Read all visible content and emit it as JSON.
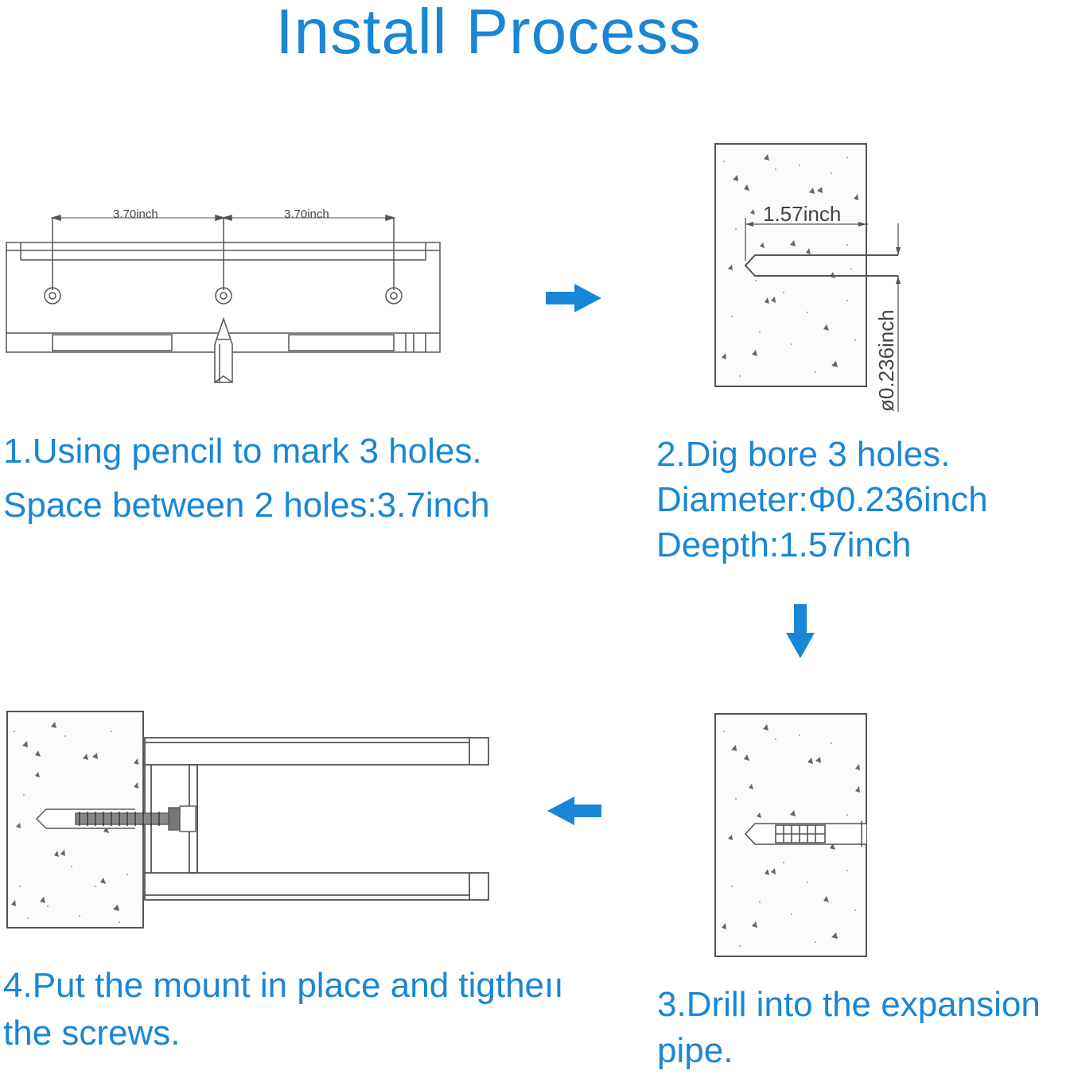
{
  "title": "Install Process",
  "accent_color": "#1a86d6",
  "steps": [
    {
      "lines": [
        "1.Using pencil to mark 3 holes.",
        "Space between 2 holes:3.7inch"
      ],
      "dimensions": [
        "3.70inch",
        "3.70inch"
      ]
    },
    {
      "lines": [
        "2.Dig bore 3 holes.",
        "Diameter:Φ0.236inch",
        "Deepth:1.57inch"
      ],
      "dimensions": [
        "1.57inch",
        "ø0.236inch"
      ]
    },
    {
      "lines": [
        "3.Drill into the expansion",
        "pipe."
      ]
    },
    {
      "lines": [
        "4.Put the mount in place and tigtheıı",
        "the screws."
      ]
    }
  ],
  "icons": [
    "arrow-right-icon",
    "arrow-down-icon",
    "arrow-left-icon",
    "pencil-icon",
    "screw-icon",
    "anchor-icon"
  ]
}
